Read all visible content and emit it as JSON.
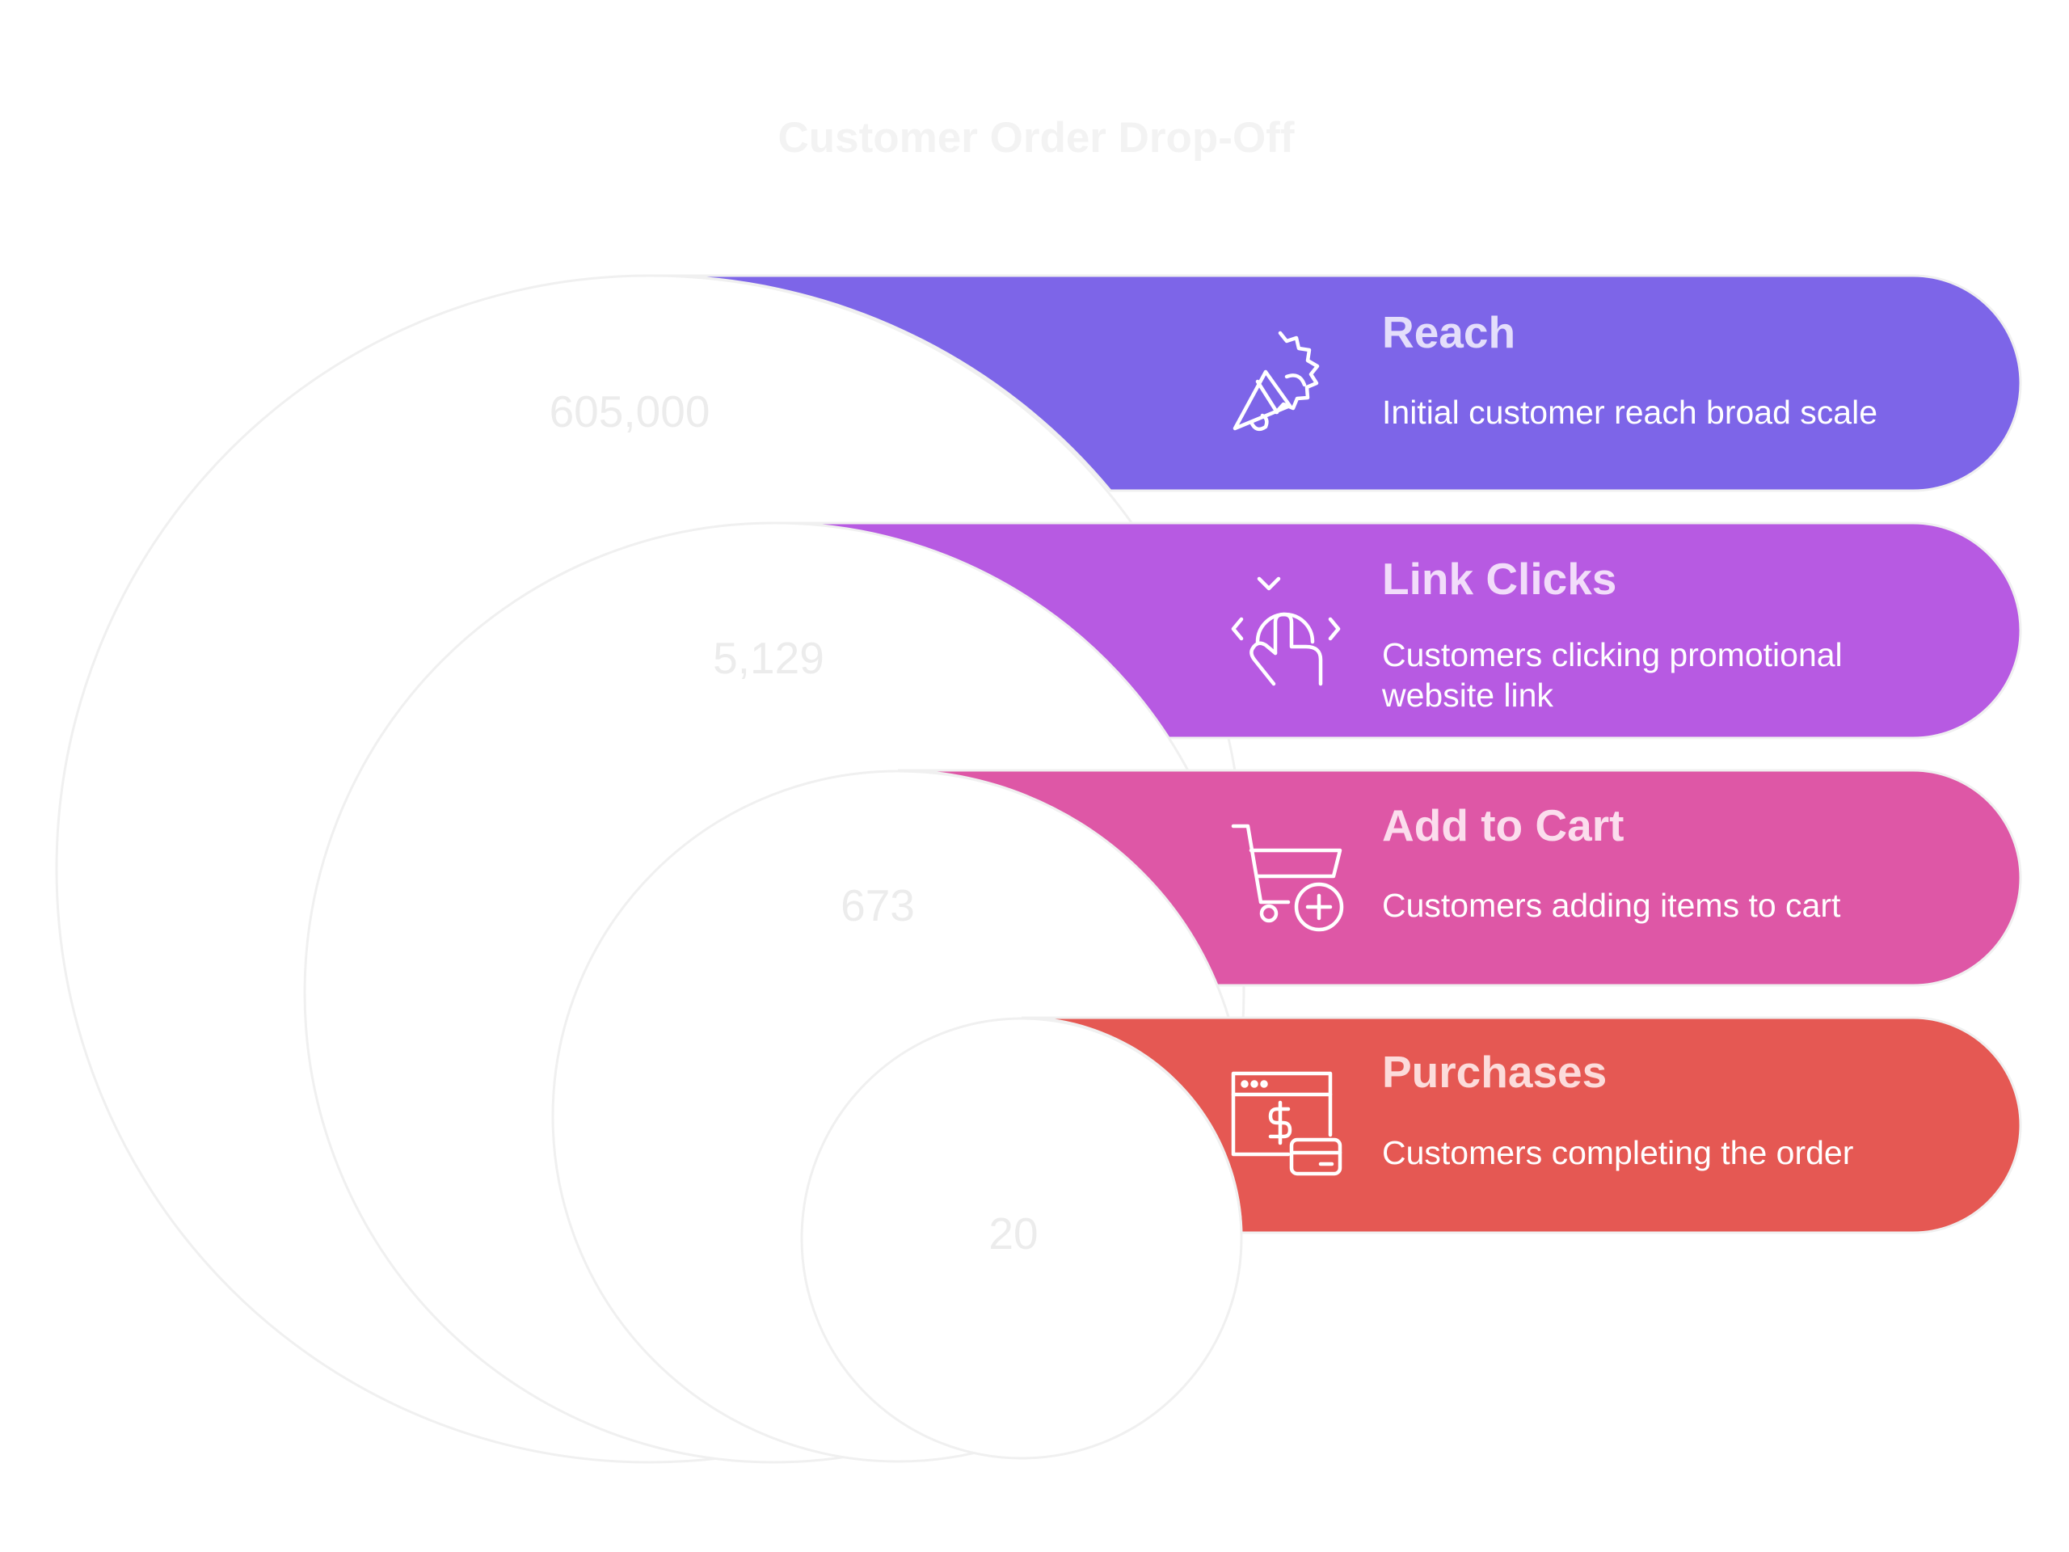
{
  "title": "Customer Order Drop-Off",
  "stages": [
    {
      "heading": "Reach",
      "description": [
        "Initial customer reach broad scale"
      ],
      "value": "605,000",
      "color": "#7d65e8",
      "heading_color": "#e4defb",
      "icon": "megaphone-icon"
    },
    {
      "heading": "Link Clicks",
      "description": [
        "Customers clicking promotional",
        "website link"
      ],
      "value": "5,129",
      "color": "#b75ae2",
      "heading_color": "#f2dcfa",
      "icon": "click-hand-icon"
    },
    {
      "heading": "Add to Cart",
      "description": [
        "Customers adding items to cart"
      ],
      "value": "673",
      "color": "#de57a6",
      "heading_color": "#fbdded",
      "icon": "cart-add-icon"
    },
    {
      "heading": "Purchases",
      "description": [
        "Customers completing the order"
      ],
      "value": "20",
      "color": "#e55853",
      "heading_color": "#fcdcdb",
      "icon": "payment-icon"
    }
  ]
}
